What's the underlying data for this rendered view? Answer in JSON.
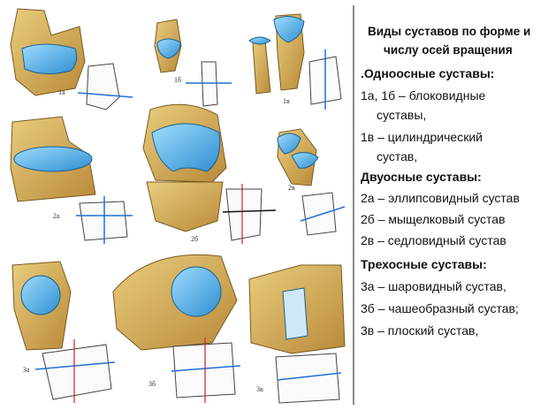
{
  "title": {
    "line1": "Виды суставов по форме и",
    "line2": "числу осей вращения"
  },
  "sections": [
    {
      "heading": ".Одноосные суставы:",
      "items": [
        "1а, 1б – блоковидные",
        "суставы,",
        "1в – цилиндрический",
        "сустав,"
      ]
    },
    {
      "heading": "Двуосные суставы:",
      "items": [
        "2а – эллипсовидный сустав",
        " 2б – мыщелковый сустав",
        "2в – седловидный сустав"
      ]
    },
    {
      "heading": " Трехосные суставы:",
      "items": [
        "3а – шаровидный сустав,",
        "3б – чашеобразный сустав;",
        "3в – плоский сустав,"
      ]
    }
  ],
  "figure_labels": [
    "1а",
    "1б",
    "1в",
    "2а",
    "2б",
    "2в",
    "3а",
    "3б",
    "3в"
  ],
  "colors": {
    "bone": "#d8b45c",
    "bone_dark": "#a8823a",
    "cartilage": "#5cb8ec",
    "axis": "#1f6fd6",
    "axis_red": "#cc2222"
  }
}
